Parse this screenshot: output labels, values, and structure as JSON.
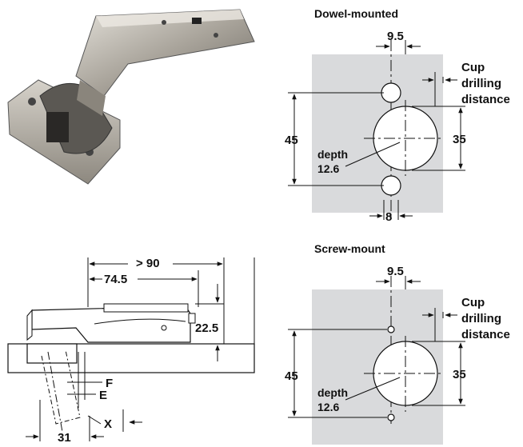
{
  "dowel_mounted": {
    "title": "Dowel-mounted",
    "dim_top": "9.5",
    "dim_bottom": "8",
    "dim_height": "45",
    "dim_cup": "35",
    "depth_label": "depth",
    "depth_value": "12.6",
    "cup_label_1": "Cup",
    "cup_label_2": "drilling",
    "cup_label_3": "distance"
  },
  "screw_mount": {
    "title": "Screw-mount",
    "dim_top": "9.5",
    "dim_height": "45",
    "dim_cup": "35",
    "depth_label": "depth",
    "depth_value": "12.6",
    "cup_label_1": "Cup",
    "cup_label_2": "drilling",
    "cup_label_3": "distance"
  },
  "side_view": {
    "dim_90": "> 90",
    "dim_74_5": "74.5",
    "dim_22_5": "22.5",
    "label_f": "F",
    "label_e": "E",
    "label_x": "X",
    "dim_31": "31"
  },
  "colors": {
    "panel_gray": "#d9dadc",
    "line": "#111111",
    "hinge_metal": "#b9b5ad"
  }
}
